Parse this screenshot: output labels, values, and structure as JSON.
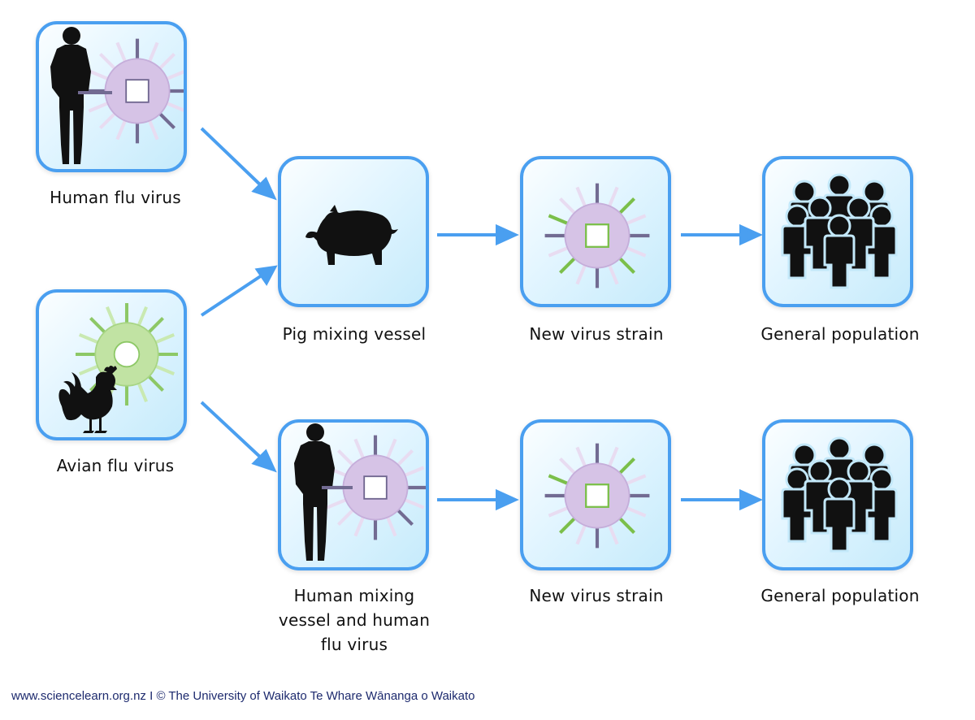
{
  "nodes": {
    "human_flu": {
      "label": "Human flu virus"
    },
    "avian_flu": {
      "label": "Avian flu virus"
    },
    "pig_vessel": {
      "label": "Pig mixing vessel"
    },
    "new_strain_top": {
      "label": "New virus strain"
    },
    "population_top": {
      "label": "General population"
    },
    "human_vessel": {
      "label_line1": "Human mixing",
      "label_line2": "vessel and human",
      "label_line3": "flu virus"
    },
    "new_strain_bottom": {
      "label": "New virus strain"
    },
    "population_bottom": {
      "label": "General population"
    }
  },
  "footer": {
    "url": "www.sciencelearn.org.nz",
    "separator": " I ",
    "copyright": "© The University of Waikato Te Whare Wānanga o Waikato"
  },
  "colors": {
    "box_border": "#4a9ff0",
    "arrow": "#4a9ff0",
    "human_virus": "#d9c6e8",
    "avian_virus": "#c4e6a8",
    "footer_text": "#1d2a6e"
  }
}
